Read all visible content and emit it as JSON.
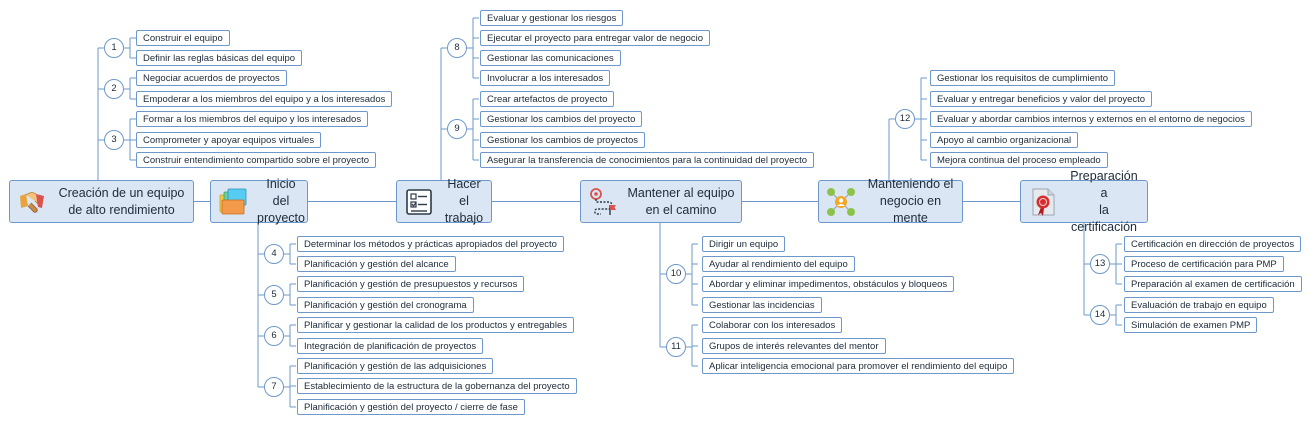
{
  "nodes": {
    "team": {
      "line1": "Creación de un equipo",
      "line2": "de alto rendimiento",
      "icon": "handshake-icon"
    },
    "start": {
      "line1": "Inicio del",
      "line2": "proyecto",
      "icon": "folders-icon"
    },
    "work": {
      "line1": "Hacer el",
      "line2": "trabajo",
      "icon": "checklist-icon"
    },
    "track": {
      "line1": "Mantener al equipo",
      "line2": "en el camino",
      "icon": "route-icon"
    },
    "business": {
      "line1": "Manteniendo el",
      "line2": "negocio en mente",
      "icon": "network-icon"
    },
    "cert": {
      "line1": "Preparación a",
      "line2": "la certificación",
      "icon": "certificate-icon"
    }
  },
  "groups": [
    {
      "num": "1",
      "items": [
        "Construir el equipo",
        "Definir las reglas básicas del equipo"
      ]
    },
    {
      "num": "2",
      "items": [
        "Negociar acuerdos de proyectos",
        "Empoderar a los miembros del equipo y a los interesados"
      ]
    },
    {
      "num": "3",
      "items": [
        "Formar a los miembros del equipo y los interesados",
        "Comprometer y apoyar equipos virtuales",
        "Construir entendimiento compartido sobre el proyecto"
      ]
    },
    {
      "num": "4",
      "items": [
        "Determinar los métodos y prácticas apropiados del proyecto",
        "Planificación y gestión del alcance"
      ]
    },
    {
      "num": "5",
      "items": [
        "Planificación y gestión de presupuestos y recursos",
        "Planificación y gestión del cronograma"
      ]
    },
    {
      "num": "6",
      "items": [
        "Planificar y gestionar la calidad de los productos y entregables",
        "Integración de planificación de proyectos"
      ]
    },
    {
      "num": "7",
      "items": [
        "Planificación y gestión de las adquisiciones",
        "Establecimiento de la estructura de la gobernanza del proyecto",
        "Planificación y gestión del proyecto / cierre de fase"
      ]
    },
    {
      "num": "8",
      "items": [
        "Evaluar y gestionar los riesgos",
        "Ejecutar el proyecto para entregar valor de negocio",
        "Gestionar las comunicaciones",
        "Involucrar a los interesados"
      ]
    },
    {
      "num": "9",
      "items": [
        "Crear artefactos de proyecto",
        "Gestionar los cambios del proyecto",
        "Gestionar los cambios de proyectos",
        "Asegurar la transferencia de conocimientos para la continuidad del proyecto"
      ]
    },
    {
      "num": "10",
      "items": [
        "Dirigir un equipo",
        "Ayudar al rendimiento del equipo",
        "Abordar y eliminar impedimentos, obstáculos y bloqueos",
        "Gestionar las incidencias"
      ]
    },
    {
      "num": "11",
      "items": [
        "Colaborar con los interesados",
        "Grupos de interés relevantes del mentor",
        "Aplicar inteligencia emocional para promover el rendimiento del equipo"
      ]
    },
    {
      "num": "12",
      "items": [
        "Gestionar los requisitos de cumplimiento",
        "Evaluar y entregar beneficios y valor del proyecto",
        "Evaluar y abordar cambios internos y externos en el entorno de negocios",
        "Apoyo al cambio organizacional",
        "Mejora continua del proceso empleado"
      ]
    },
    {
      "num": "13",
      "items": [
        "Certificación en dirección de proyectos",
        "Proceso de certificación para PMP",
        "Preparación al examen de certificación"
      ]
    },
    {
      "num": "14",
      "items": [
        "Evaluación de trabajo en equipo",
        "Simulación de examen PMP"
      ]
    }
  ],
  "colors": {
    "line": "#6e98cb",
    "node_fill": "#dbe6f4",
    "border": "#6e98cb",
    "text": "#1d2b3a"
  }
}
